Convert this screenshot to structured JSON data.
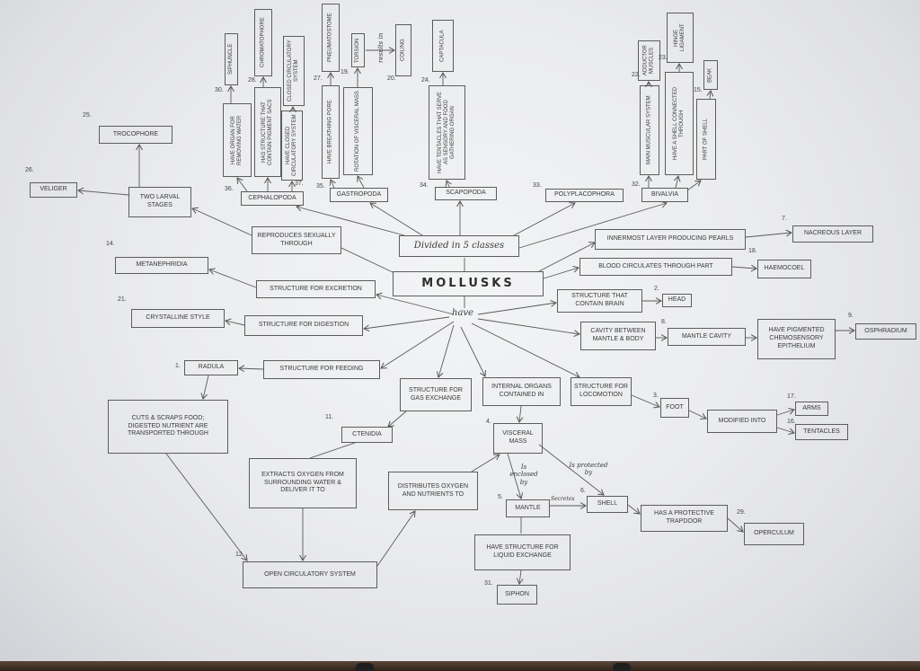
{
  "central_topic": "MOLLUSKS",
  "link_words": {
    "divided": "Divided in 5 classes",
    "have": "have",
    "results_in": "results in",
    "enclosed_by": "Is enclosed by",
    "protected_by": "Is protected by",
    "secretes": "Secretes"
  },
  "classes": {
    "cephalopoda": {
      "num": "36.",
      "label": "CEPHALOPODA"
    },
    "gastropoda": {
      "num": "35.",
      "label": "GASTROPODA"
    },
    "scaphopoda": {
      "num": "34.",
      "label": "SCAPOPODA"
    },
    "polyplacophora": {
      "num": "33.",
      "label": "POLYPLACOPHORA"
    },
    "bivalvia": {
      "num": "32.",
      "label": "BIVALVIA"
    }
  },
  "nodes": {
    "organ_removing_water": {
      "num": "30.",
      "label": "HAVE ORGAN FOR REMOVING WATER"
    },
    "siphuncle": {
      "label": "SIPHUNCLE"
    },
    "pigment_sacs": {
      "num": "28.",
      "label": "HAS STRUCTURE THAT CONTAIN PIGMENT SACS"
    },
    "chromatophore": {
      "label": "CHROMATOPHORE"
    },
    "have_closed_circulatory": {
      "num": "37.",
      "label": "HAVE CLOSED CIRCULATORY SYSTEM"
    },
    "closed_circulatory": {
      "label": "CLOSED CIRCULATORY SYSTEM"
    },
    "breathing_pore": {
      "num": "27.",
      "label": "HAVE BREATHING PORE"
    },
    "pneumatostome": {
      "label": "PNEUMATOSTOME"
    },
    "rotation": {
      "label": "ROTATION OF VISCERAL MASS"
    },
    "torsion": {
      "num": "19.",
      "label": "TORSION"
    },
    "coiling": {
      "num": "20.",
      "label": "COILING"
    },
    "sensory_tentacles": {
      "num": "24.",
      "label": "HAVE TENTACLES THAT SERVE AS SENSORY AND FOOD GATHERING ORGAN"
    },
    "captacula": {
      "label": "CAPTACULA"
    },
    "main_muscular": {
      "num": "22.",
      "label": "MAIN MUSCULAR SYSTEM"
    },
    "adductor": {
      "label": "ADDUCTOR MUSCLES"
    },
    "shell_connected": {
      "num": "23.",
      "label": "HAVE A SHELL CONNECTED THROUGH"
    },
    "hinge": {
      "label": "HINGE LIGAMENT"
    },
    "part_of_shell": {
      "num": "15.",
      "label": "PART OF SHELL"
    },
    "beak": {
      "label": "BEAK"
    },
    "trocophore": {
      "num": "25.",
      "label": "TROCOPHORE"
    },
    "veliger": {
      "num": "26.",
      "label": "VELIGER"
    },
    "two_larval": {
      "label": "TWO LARVAL STAGES"
    },
    "reproduces": {
      "label": "REPRODUCES SEXUALLY THROUGH"
    },
    "metanephridia": {
      "num": "14.",
      "label": "METANEPHRIDIA"
    },
    "excretion": {
      "label": "STRUCTURE FOR EXCRETION"
    },
    "crystalline": {
      "num": "21.",
      "label": "CRYSTALLINE STYLE"
    },
    "digestion": {
      "label": "STRUCTURE FOR DIGESTION"
    },
    "radula": {
      "num": "1.",
      "label": "RADULA"
    },
    "feeding": {
      "label": "STRUCTURE FOR FEEDING"
    },
    "cuts": {
      "label": "CUTS & SCRAPS FOOD; DIGESTED NUTRIENT ARE TRANSPORTED THROUGH"
    },
    "ctenidia": {
      "num": "11.",
      "label": "CTENIDIA"
    },
    "gas_exchange": {
      "label": "STRUCTURE FOR GAS EXCHANGE"
    },
    "internal_organs": {
      "label": "INTERNAL ORGANS CONTAINED IN"
    },
    "locomotion": {
      "label": "STRUCTURE FOR LOCOMOTION"
    },
    "extracts": {
      "label": "EXTRACTS OXYGEN FROM SURROUNDING WATER & DELIVER IT TO"
    },
    "distributes": {
      "label": "DISTRIBUTES OXYGEN AND NUTRIENTS TO"
    },
    "open_circulatory": {
      "num": "12.",
      "label": "OPEN CIRCULATORY SYSTEM"
    },
    "visceral_mass": {
      "num": "4.",
      "label": "VISCERAL MASS"
    },
    "mantle": {
      "num": "5.",
      "label": "MANTLE"
    },
    "shell": {
      "num": "6.",
      "label": "SHELL"
    },
    "trapdoor": {
      "label": "HAS A PROTECTIVE TRAPDOOR"
    },
    "operculum": {
      "num": "29.",
      "label": "OPERCULUM"
    },
    "liquid_exchange": {
      "label": "HAVE STRUCTURE FOR LIQUID EXCHANGE"
    },
    "siphon": {
      "num": "31.",
      "label": "SIPHON"
    },
    "foot": {
      "num": "3.",
      "label": "FOOT"
    },
    "modified_into": {
      "label": "MODIFIED INTO"
    },
    "arms": {
      "num": "17.",
      "label": "ARMS"
    },
    "tentacles": {
      "num": "16.",
      "label": "TENTACLES"
    },
    "innermost_layer": {
      "label": "INNERMOST LAYER PRODUCING PEARLS"
    },
    "nacreous": {
      "num": "7.",
      "label": "NACREOUS LAYER"
    },
    "blood": {
      "label": "BLOOD CIRCULATES THROUGH PART"
    },
    "haemocoel": {
      "num": "18.",
      "label": "HAEMOCOEL"
    },
    "brain": {
      "label": "STRUCTURE THAT CONTAIN BRAIN"
    },
    "head": {
      "num": "2.",
      "label": "HEAD"
    },
    "cavity": {
      "label": "CAVITY BETWEEN MANTLE & BODY"
    },
    "mantle_cavity": {
      "num": "8.",
      "label": "MANTLE CAVITY"
    },
    "pigmented": {
      "label": "HAVE PIGMENTED CHEMOSENSORY EPITHELIUM"
    },
    "osphradium": {
      "num": "9.",
      "label": "OSPHRADIUM"
    }
  }
}
